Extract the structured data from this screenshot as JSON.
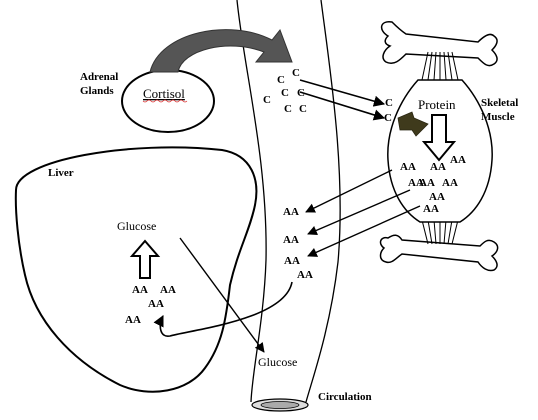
{
  "labels": {
    "adrenal_glands_line1": "Adrenal",
    "adrenal_glands_line2": "Glands",
    "cortisol": "Cortisol",
    "skeletal_muscle_line1": "Skeletal",
    "skeletal_muscle_line2": "Muscle",
    "protein": "Protein",
    "liver": "Liver",
    "glucose_liver": "Glucose",
    "glucose_circulation": "Glucose",
    "circulation": "Circulation"
  },
  "cortisol_molecules": [
    "C",
    "C",
    "C",
    "C",
    "C",
    "C",
    "C"
  ],
  "muscle_entry_molecules": [
    "C",
    "C"
  ],
  "muscle_amino_acids": [
    "AA",
    "AA",
    "AA",
    "AA",
    "AA",
    "AA",
    "AA",
    "AA"
  ],
  "circulation_amino_acids": [
    "AA",
    "AA",
    "AA",
    "AA"
  ],
  "liver_amino_acids": [
    "AA",
    "AA",
    "AA",
    "AA"
  ],
  "colors": {
    "stroke": "#000000",
    "cortisol_arrow": "#555555",
    "protein_arrow": "#3f3a1c"
  }
}
